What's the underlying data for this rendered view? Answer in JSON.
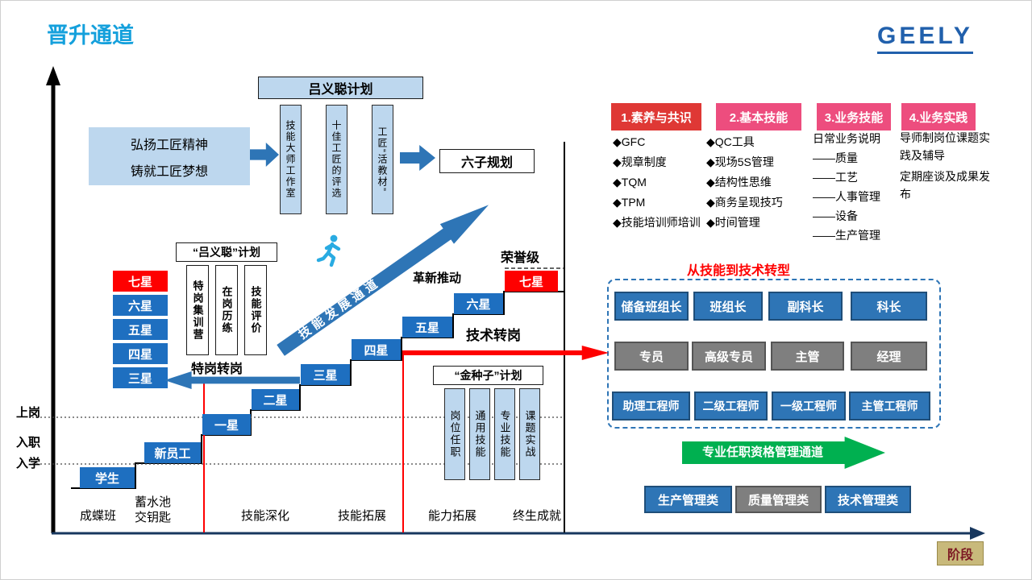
{
  "page": {
    "title": "晋升通道",
    "logo": "GEELY",
    "stage": "阶段"
  },
  "colors": {
    "title_blue": "#14A0DC",
    "logo_blue": "#2160AC",
    "light_blue": "#BDD7EE",
    "star_blue": "#1E6FC0",
    "red": "#FE0000",
    "deep_blue": "#2E75B6",
    "dark_border": "#1F4E79",
    "gray": "#7F7F7F",
    "green": "#00B050",
    "pink": "#ED4D7E",
    "crimson": "#DF3835",
    "stage_bg": "#C8B97B"
  },
  "axis": {
    "y_labels": [
      "上岗",
      "入职",
      "入学"
    ]
  },
  "top": {
    "slogan": {
      "line1": "弘扬工匠精神",
      "line2": "铸就工匠梦想"
    },
    "lyc_plan": {
      "title": "吕义聪计划",
      "items": [
        "技能大师工作室",
        "十佳工匠的评选",
        "工匠“活教材”"
      ]
    },
    "six_plan": "六子规划"
  },
  "right_panel": {
    "columns": [
      {
        "header": "1.素养与共识",
        "items": [
          "◆GFC",
          "◆规章制度",
          "◆TQM",
          "◆TPM",
          "◆技能培训师培训"
        ]
      },
      {
        "header": "2.基本技能",
        "items": [
          "◆QC工具",
          "◆现场5S管理",
          "◆结构性思维",
          "◆商务呈现技巧",
          "◆时间管理"
        ]
      },
      {
        "header": "3.业务技能",
        "items": [
          "日常业务说明",
          "——质量",
          "——工艺",
          "——人事管理",
          "——设备",
          "——生产管理"
        ]
      },
      {
        "header": "4.业务实践",
        "items": [
          "导师制岗位课题实践及辅导",
          "定期座谈及成果发布"
        ]
      }
    ],
    "transform_title": "从技能到技术转型",
    "grid": [
      {
        "style": "blue",
        "cells": [
          "储备班组长",
          "班组长",
          "副科长",
          "科长"
        ]
      },
      {
        "style": "gray",
        "cells": [
          "专员",
          "高级专员",
          "主管",
          "经理"
        ]
      },
      {
        "style": "blue",
        "cells": [
          "助理工程师",
          "二级工程师",
          "一级工程师",
          "主管工程师"
        ]
      }
    ],
    "green_arrow_label": "专业任职资格管理通道",
    "categories": [
      "生产管理类",
      "质量管理类",
      "技术管理类"
    ]
  },
  "stairs": {
    "steps": [
      "学生",
      "新员工",
      "一星",
      "二星",
      "三星",
      "四星",
      "五星",
      "六星",
      "七星"
    ],
    "left_stack": [
      "七星",
      "六星",
      "五星",
      "四星",
      "三星"
    ],
    "honor": "荣誉级",
    "innovation": "革新推动",
    "skill_channel": "技能发展通道",
    "special_transfer": "特岗转岗",
    "tech_transfer": "技术转岗",
    "lyc2": {
      "title": "“吕义聪”计划",
      "items": [
        "特岗集训营",
        "在岗历练",
        "技能评价"
      ]
    },
    "seed": {
      "title": "“金种子”计划",
      "items": [
        "岗位任职",
        "通用技能",
        "专业技能",
        "课题实战"
      ]
    },
    "phases": [
      "成蝶班",
      "蓄水池\n交钥匙",
      "技能深化",
      "技能拓展",
      "能力拓展",
      "终生成就"
    ]
  }
}
